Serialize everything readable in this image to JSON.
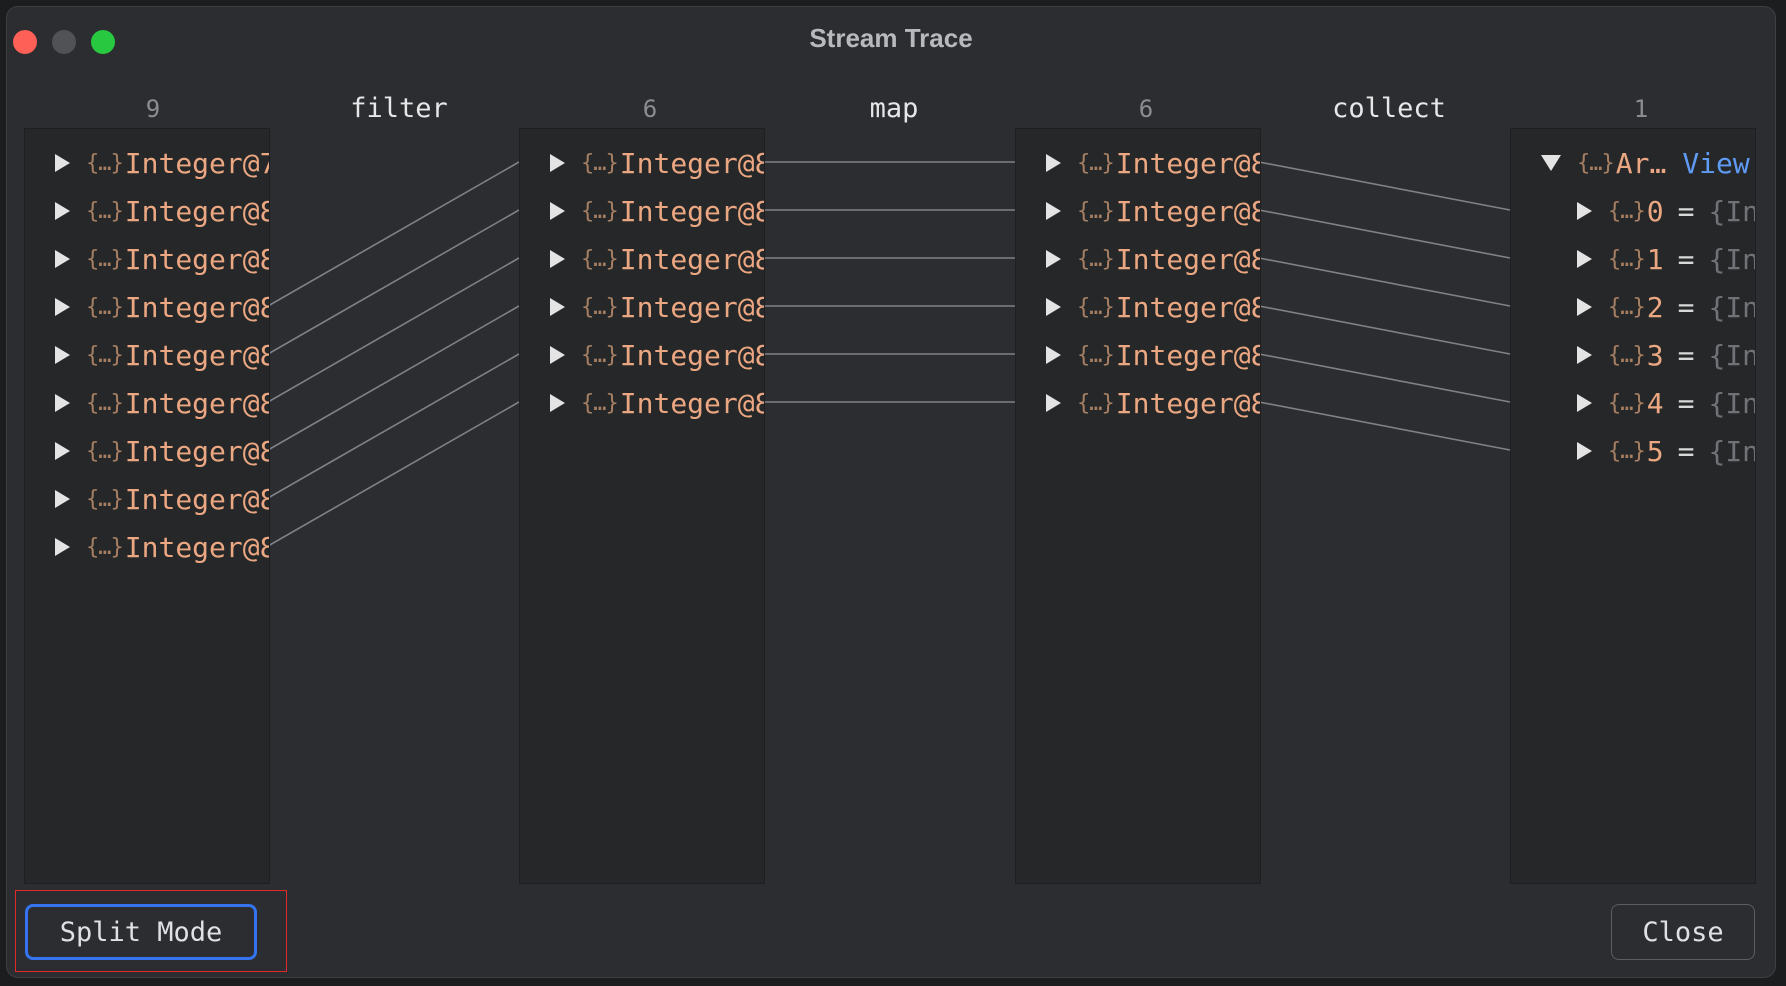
{
  "window": {
    "title": "Stream Trace"
  },
  "columns": [
    {
      "count": "9",
      "items": [
        "Integer@7",
        "Integer@8",
        "Integer@8",
        "Integer@8",
        "Integer@8",
        "Integer@8",
        "Integer@8",
        "Integer@8",
        "Integer@8"
      ]
    },
    {
      "count": "6",
      "items": [
        "Integer@8",
        "Integer@8",
        "Integer@8",
        "Integer@8",
        "Integer@8",
        "Integer@8"
      ]
    },
    {
      "count": "6",
      "items": [
        "Integer@8",
        "Integer@8",
        "Integer@8",
        "Integer@8",
        "Integer@8",
        "Integer@8"
      ]
    },
    {
      "count": "1",
      "root": {
        "label": "Ar…",
        "link": "View"
      },
      "children": [
        {
          "index": "0",
          "eq": "=",
          "value": "{In"
        },
        {
          "index": "1",
          "eq": "=",
          "value": "{In"
        },
        {
          "index": "2",
          "eq": "=",
          "value": "{In"
        },
        {
          "index": "3",
          "eq": "=",
          "value": "{In"
        },
        {
          "index": "4",
          "eq": "=",
          "value": "{In"
        },
        {
          "index": "5",
          "eq": "=",
          "value": "{In"
        }
      ]
    }
  ],
  "operations": [
    "filter",
    "map",
    "collect"
  ],
  "buttons": {
    "split_mode": "Split Mode",
    "close": "Close"
  },
  "icons": {
    "object": "{…}",
    "object_icon": "object-braces-icon",
    "expand": "triangle-right-icon",
    "collapse": "triangle-down-icon"
  },
  "colors": {
    "object_text": "#eba781",
    "link": "#5e9bf4",
    "focus": "#3574f0"
  }
}
